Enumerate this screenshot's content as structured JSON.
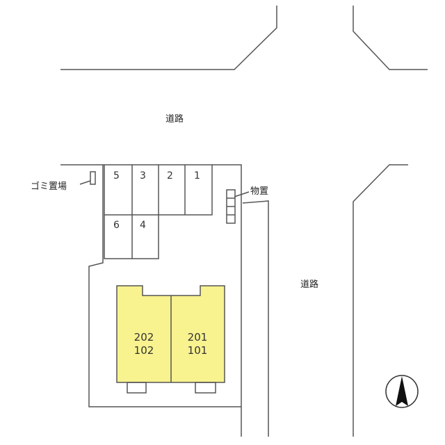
{
  "labels": {
    "road_top": "道路",
    "road_right": "道路",
    "garbage": "ゴミ置場",
    "storage": "物置"
  },
  "parking": [
    "5",
    "3",
    "2",
    "1",
    "6",
    "4"
  ],
  "units": [
    {
      "upper": "202",
      "lower": "102"
    },
    {
      "upper": "201",
      "lower": "101"
    }
  ],
  "colors": {
    "building": "#f8f28f",
    "line": "#555555"
  },
  "icons": {
    "compass": "north-arrow-icon"
  }
}
